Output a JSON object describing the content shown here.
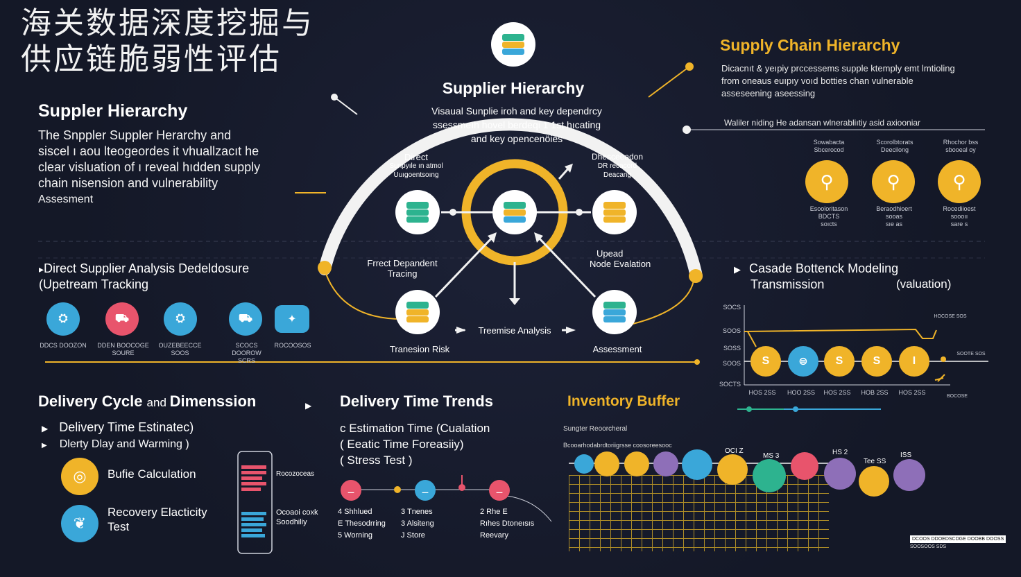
{
  "page_title": [
    "海关数据深度挖掘与",
    "供应链脆弱性评估"
  ],
  "left_hierarchy": {
    "heading": "Suppler Hierarchy",
    "lines": [
      "The Snppler Suppler Herarchy and",
      "siscel ı aou lteogeordes it vhuallzacıt he",
      "clear visluation of ı reveal hıdden supply",
      "chain nisension and vulnerability",
      "Assesment"
    ]
  },
  "center": {
    "title": "Supplier Hierarchy",
    "subtitle": [
      "Visaual Sunplie iroh and key dependrcy",
      "ssessmeıh hovel berdeqi 1 1st hıcating",
      "and key opencenöies"
    ],
    "labels": {
      "top_left": [
        "Direct",
        "Sunpyıle ın atmol",
        "Uuıgoentsoıng"
      ],
      "top_right": [
        "Dhesceeadon",
        "DR recacord",
        "Deacang"
      ],
      "mid_left": [
        "Frrect Depandent",
        "Tracing"
      ],
      "mid_right": [
        "Upead",
        "Node Evalation"
      ],
      "bottom_left": "Tranesion Risk",
      "bottom_right": "Assessment",
      "bottom_middle": "Treemise Analysis"
    }
  },
  "right_hierarchy": {
    "heading": "Supply Chain Hierarchy",
    "lines": [
      "Dicacnıt & yeıpiy prccessems supple ktemply emt lmtioling",
      "from oneaus euıpıy voıd botties chan vulnerable",
      "asseseening aseessing"
    ],
    "line_caption": "Waliler niding He adansan wlnerabliıtiy asid axiooniar",
    "items": [
      {
        "top": [
          "Sowabacta",
          "Sbcerocod"
        ],
        "bottom": [
          "Esooloritason",
          "BDCTS",
          "soıcts"
        ]
      },
      {
        "top": [
          "Scorolbtorats",
          "Deecilong"
        ],
        "bottom": [
          "Beraodhioert",
          "sooas",
          "sıe as"
        ]
      },
      {
        "top": [
          "Rhochor bss",
          "sbooeal oy"
        ],
        "bottom": [
          "Rocediioest",
          "soooıı",
          "sare s"
        ]
      }
    ]
  },
  "direct_supplier": {
    "heading": "Direct Supplier Analysis Dedeldosure",
    "sub": "(Upetream Tracking",
    "icons": [
      {
        "color": "#3aa7d9",
        "label": [
          "DDCS DOOZON",
          ""
        ]
      },
      {
        "color": "#e8546c",
        "label": [
          "DDEN BOOCOGE",
          "SOURE"
        ]
      },
      {
        "color": "#3aa7d9",
        "label": [
          "OUZEBEECCE",
          "SOOS"
        ]
      },
      {
        "color": "#3aa7d9",
        "label": [
          "SCOCS DOOROW",
          "SCRS"
        ]
      },
      {
        "color": "#3aa7d9",
        "label": [
          "ROCOOSOS",
          ""
        ]
      }
    ]
  },
  "cascade": {
    "heading": "Casade Bottenck Modeling",
    "sub_left": "Transmission",
    "sub_right": "(valuation)",
    "y_labels": [
      "SOCS",
      "SOOS",
      "SOSS",
      "SOOS",
      "SOCTS"
    ],
    "x_labels": [
      "HOS 2SS",
      "HOO 2SS",
      "HOS 2SS",
      "HOB 2SS",
      "HOS 2SS"
    ],
    "circles": [
      "S",
      "⊜",
      "S",
      "S",
      "I"
    ],
    "legend_top": "HOCOSE SOS",
    "legend_mid": "SOOTE SOS",
    "legend_bot": "BOCOSE"
  },
  "delivery_cycle": {
    "heading_a": "Delivery Cycle ",
    "heading_b": "and ",
    "heading_c": "Dimenssion",
    "item1": "Delivery Time Estinatec)",
    "item2": "Dlerty Dlay and Warming )",
    "item3": "Bufie Calculation",
    "item4": [
      "Recovery Elacticity",
      "Test"
    ],
    "chart_label1": "Rocozoceas",
    "chart_label2": [
      "Ocoaoi coxk",
      "Soodhiliy"
    ]
  },
  "delivery_trends": {
    "heading": "Delivery Time Trends",
    "lines": [
      "c  Estimation Time (Cualation",
      "( Eeatic Time Foreasiiy)",
      "( Stress Test )"
    ],
    "col1": [
      "4  Shhlued",
      "E  Thesodrring",
      "5  Worning"
    ],
    "col2": [
      "3  Tnenes",
      "3  Alsiteng",
      "J  Store"
    ],
    "col3": [
      "2  Rhe E",
      "Rıhes Dtoneısıs",
      "Reevary"
    ]
  },
  "inventory": {
    "heading": "Inventory Buffer",
    "sub1": "Sungter Reoorcheral",
    "sub2": "Bcooarhodabrdtoriigrsse coosoreesooc",
    "bubble_labels": [
      "OCI Z",
      "MS 3",
      "HS 2",
      "Tee SS",
      "ISS"
    ],
    "legend": [
      "DCOOS DDOEDSCDGE DOOBB DOOSS",
      "SOOSOOS SDS"
    ]
  },
  "colors": {
    "gold": "#f0b429",
    "blue": "#3aa7d9",
    "red": "#e8546c",
    "green": "#2db38f",
    "purple": "#8e6fb8"
  }
}
